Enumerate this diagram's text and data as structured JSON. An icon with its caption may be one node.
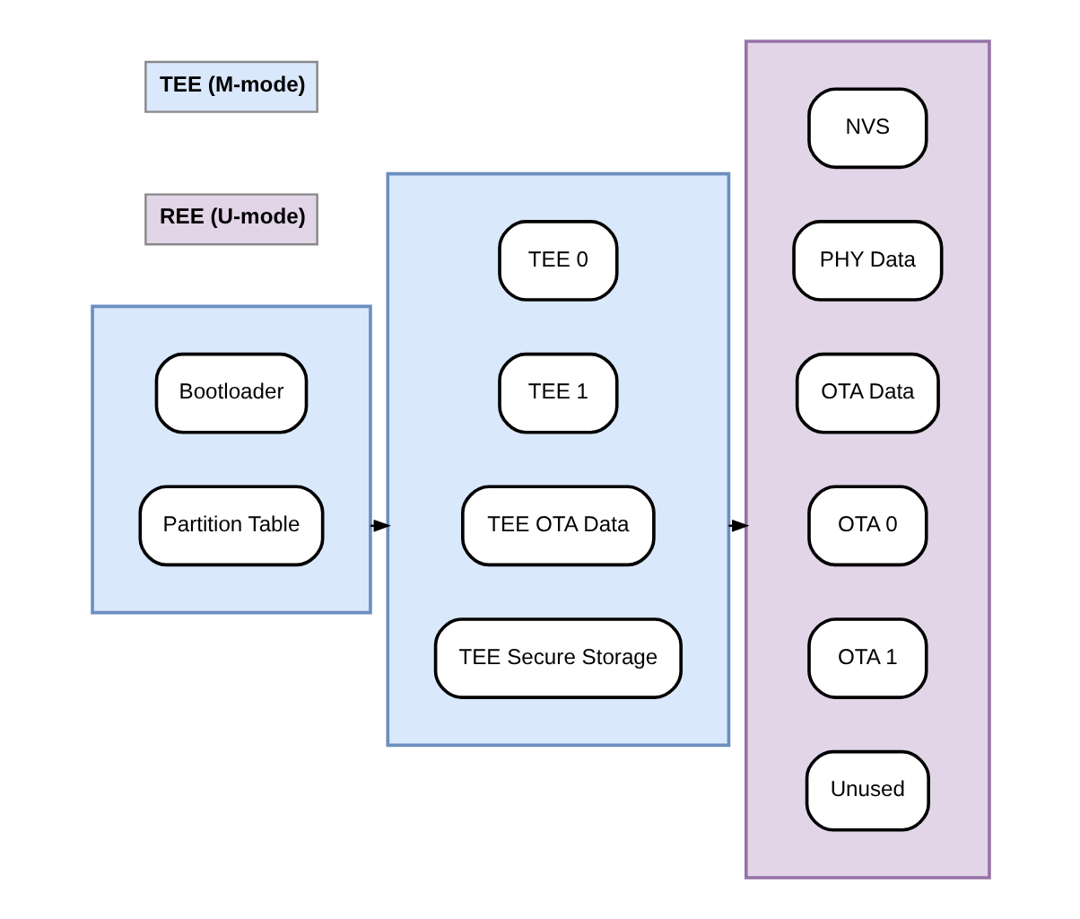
{
  "diagram": {
    "nodes": [
      {
        "text": [],
        "shape": "box"
      },
      {
        "text": [
          "Bootloader"
        ],
        "in": 0
      },
      {
        "text": [
          "Partition Table"
        ],
        "in": 0
      },
      {
        "text": [],
        "shape": "box"
      },
      {
        "text": [
          "TEE 0"
        ],
        "in": 3
      },
      {
        "text": [
          "TEE 1"
        ],
        "in": 3
      },
      {
        "text": [
          "TEE OTA Data"
        ],
        "in": 3
      },
      {
        "text": [
          "TEE Secure Storage"
        ],
        "in": 3
      },
      {
        "text": [],
        "shape": "box"
      },
      {
        "text": [
          "NVS"
        ],
        "in": 8
      },
      {
        "text": [
          "PHY Data"
        ],
        "in": 8
      },
      {
        "text": [
          "OTA Data"
        ],
        "in": 8
      },
      {
        "text": [
          "OTA 0"
        ],
        "in": 8
      },
      {
        "text": [
          "OTA 1"
        ],
        "in": 8
      },
      {
        "text": [
          "Unused"
        ],
        "in": 8
      }
    ],
    "edges": [
      {
        "from": 0,
        "to": 3,
        "arrow": "to"
      },
      {
        "from": 3,
        "to": 8,
        "arrow": "to"
      }
    ],
    "legend": [
      {
        "text": "TEE (M-mode)",
        "color": "#dae8fc"
      },
      {
        "text": "REE (U-mode)",
        "color": "#e1d5e7"
      }
    ]
  }
}
